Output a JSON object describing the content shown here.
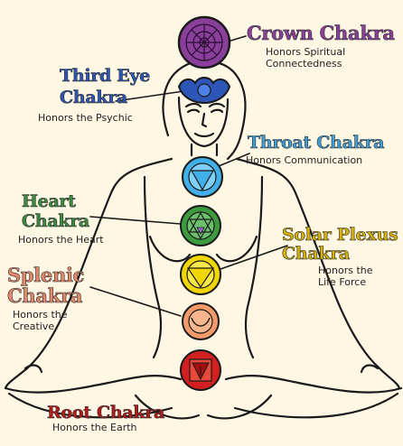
{
  "labels": {
    "crown": {
      "title": "Crown Chakra",
      "subtitle": "Honors Spiritual Connectedness"
    },
    "third_eye": {
      "title_line1": "Third Eye",
      "title_line2": "Chakra",
      "subtitle": "Honors the Psychic"
    },
    "throat": {
      "title": "Throat Chakra",
      "subtitle": "Honors Communication"
    },
    "heart": {
      "title_line1": "Heart",
      "title_line2": "Chakra",
      "subtitle": "Honors the Heart"
    },
    "solar": {
      "title_line1": "Solar Plexus",
      "title_line2": "Chakra",
      "subtitle": "Honors the Life Force"
    },
    "splenic": {
      "title_line1": "Splenic",
      "title_line2": "Chakra",
      "subtitle": "Honors the Creative"
    },
    "root": {
      "title": "Root Chakra",
      "subtitle": "Honors the Earth"
    }
  },
  "colors": {
    "background": "#fdf7e3",
    "outline": "#1a1a1a",
    "crown": "#8a3f9a",
    "third_eye": "#2c56b8",
    "throat": "#3fb0e8",
    "heart": "#3c9b3f",
    "solar": "#f2d600",
    "splenic": "#f29a6a",
    "root": "#d21f1f"
  },
  "icons": {
    "crown": "thousand-petal-lotus-icon",
    "third_eye": "two-petal-lotus-icon",
    "throat": "sixteen-petal-lotus-icon",
    "heart": "hexagram-lotus-icon",
    "solar": "triangle-lotus-icon",
    "splenic": "crescent-lotus-icon",
    "root": "square-lotus-icon"
  }
}
